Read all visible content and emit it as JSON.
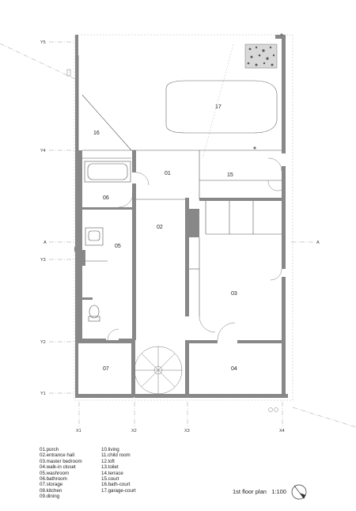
{
  "rooms": {
    "r01": "01",
    "r02": "02",
    "r03": "03",
    "r04": "04",
    "r05": "05",
    "r06": "06",
    "r07": "07",
    "r15": "15",
    "r16": "16",
    "r17": "17"
  },
  "axes": {
    "y5": "Y5",
    "y4": "Y4",
    "a_left": "A",
    "a_right": "A",
    "y3": "Y3",
    "y2": "Y2",
    "y1": "Y1",
    "x1": "X1",
    "x2": "X2",
    "x3": "X3",
    "x4": "X4"
  },
  "legend": {
    "col1": [
      "01.porch",
      "02.entrance hall",
      "03.master bedroom",
      "04.walk-in closet",
      "05.washroom",
      "06.bathroom",
      "07.storage",
      "08.kitchen",
      "09.dining"
    ],
    "col2": [
      "10.living",
      "11.child room",
      "12.loft",
      "13.toilet",
      "14.terrace",
      "15.court",
      "16.bath-court",
      "17.garage-court"
    ]
  },
  "caption": "1st floor plan   1:100"
}
